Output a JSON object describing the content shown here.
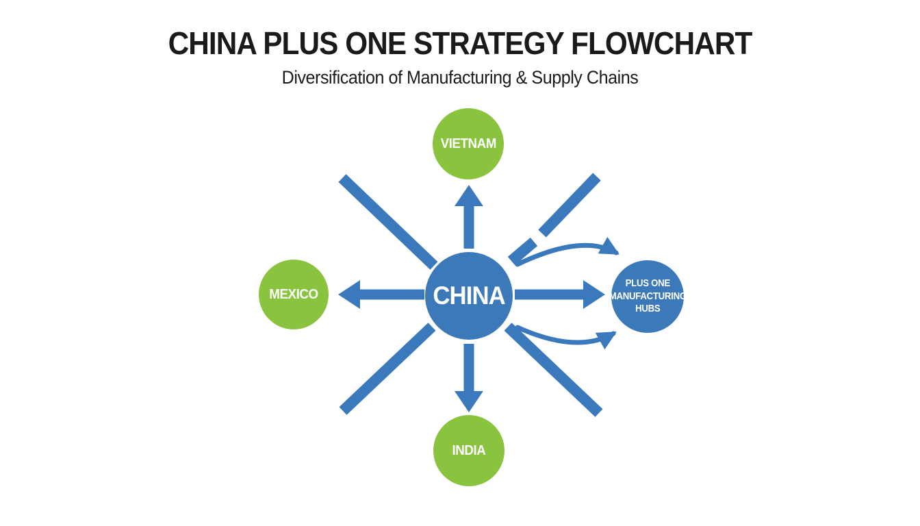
{
  "header": {
    "title": "CHINA PLUS ONE STRATEGY FLOWCHART",
    "subtitle": "Diversification of Manufacturing & Supply Chains"
  },
  "diagram": {
    "center_node": {
      "id": "china",
      "label": "CHINA",
      "color_role": "blue"
    },
    "nodes": [
      {
        "id": "vietnam",
        "label": "VIETNAM",
        "color_role": "green",
        "position": "top"
      },
      {
        "id": "mexico",
        "label": "MEXICO",
        "color_role": "green",
        "position": "left"
      },
      {
        "id": "india",
        "label": "INDIA",
        "color_role": "green",
        "position": "bottom"
      },
      {
        "id": "plus-one-manufacturing-hubs",
        "label": "PLUS ONE\nMANUFACTURING\nHUBS",
        "color_role": "blue",
        "position": "right"
      }
    ],
    "arrows": [
      "china-to-vietnam-up-arrow",
      "china-to-india-down-arrow",
      "china-to-mexico-left-arrow",
      "china-to-hubs-right-arrow",
      "china-upper-left-ray",
      "china-upper-right-ray",
      "china-lower-left-ray",
      "china-lower-right-ray",
      "china-to-hubs-top-curved-arrow",
      "china-to-hubs-bottom-curved-arrow"
    ],
    "colors": {
      "background": "#ffffff",
      "title_text": "#1a1a1a",
      "node_blue": "#3b79b9",
      "node_green": "#8ac43e",
      "arrow_blue": "#3b79bd",
      "node_text": "#ffffff"
    }
  }
}
